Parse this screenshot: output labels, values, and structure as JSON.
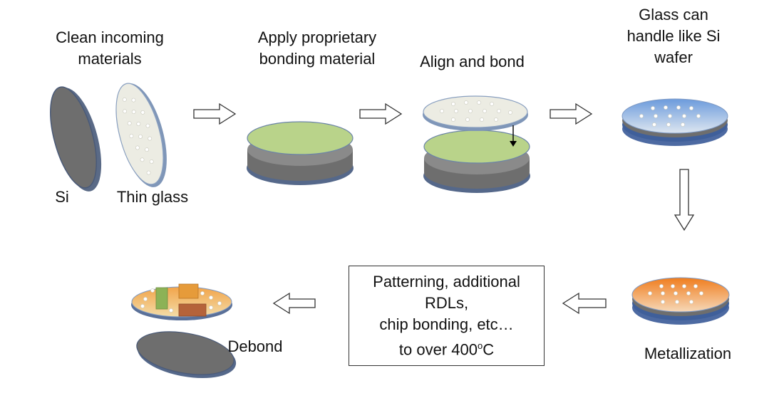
{
  "steps": {
    "clean": {
      "line1": "Clean incoming",
      "line2": "materials"
    },
    "apply": {
      "line1": "Apply proprietary",
      "line2": "bonding material"
    },
    "align": {
      "line1": "Align and bond"
    },
    "glass_handle": {
      "line1": "Glass can",
      "line2": "handle like Si",
      "line3": "wafer"
    },
    "metallization": {
      "label": "Metallization"
    },
    "process_box": {
      "line1": "Patterning, additional",
      "line2": "RDLs,",
      "line3": "chip bonding, etc…",
      "line4_prefix": "to over 400",
      "line4_sup": "o",
      "line4_suffix": "C"
    },
    "debond": {
      "label": "Debond"
    }
  },
  "wafer_labels": {
    "si": "Si",
    "thin_glass": "Thin glass"
  },
  "colors": {
    "si_gray": "#6e6e6e",
    "si_edge": "#4a5a78",
    "glass_white": "#ecece3",
    "bond_green": "#b9d38a",
    "glass_blue": "#8fb4e4",
    "metal_orange": "#f0953a",
    "chip_green": "#8cb256",
    "chip_orange": "#e69b3a",
    "chip_brown": "#b5633a"
  }
}
